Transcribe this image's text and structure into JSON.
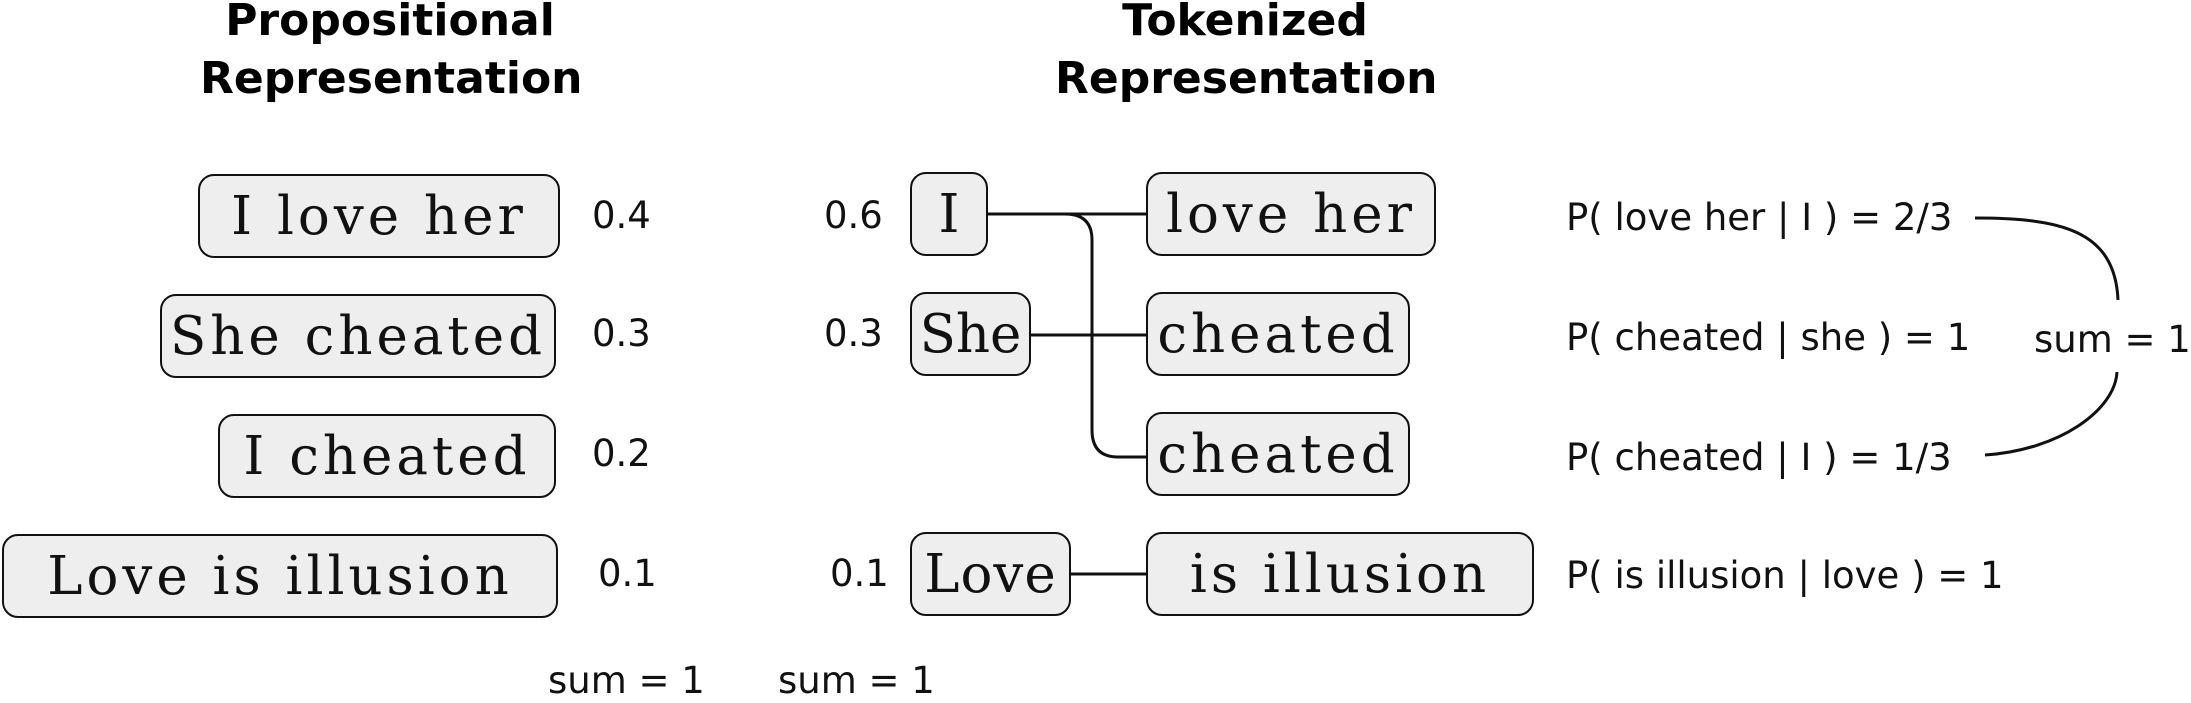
{
  "headings": {
    "propositional": [
      "Propositional",
      "Representation"
    ],
    "tokenized": [
      "Tokenized",
      "Representation"
    ]
  },
  "propositions": [
    {
      "text": "I love her",
      "prob": "0.4"
    },
    {
      "text": "She cheated",
      "prob": "0.3"
    },
    {
      "text": "I cheated",
      "prob": "0.2"
    },
    {
      "text": "Love is illusion",
      "prob": "0.1"
    }
  ],
  "propositional_sum": "sum = 1",
  "first_tokens": [
    {
      "text": "I",
      "prob": "0.6"
    },
    {
      "text": "She",
      "prob": "0.3"
    },
    {
      "text": "Love",
      "prob": "0.1"
    }
  ],
  "first_token_sum": "sum = 1",
  "continuations": [
    {
      "text": "love her"
    },
    {
      "text": "cheated"
    },
    {
      "text": "cheated"
    },
    {
      "text": "is illusion"
    }
  ],
  "conditionals": [
    "P( love her | I ) = 2/3",
    "P( cheated | she ) = 1",
    "P( cheated | I ) = 1/3",
    "P( is illusion | love ) = 1"
  ],
  "conditional_sum": "sum = 1"
}
